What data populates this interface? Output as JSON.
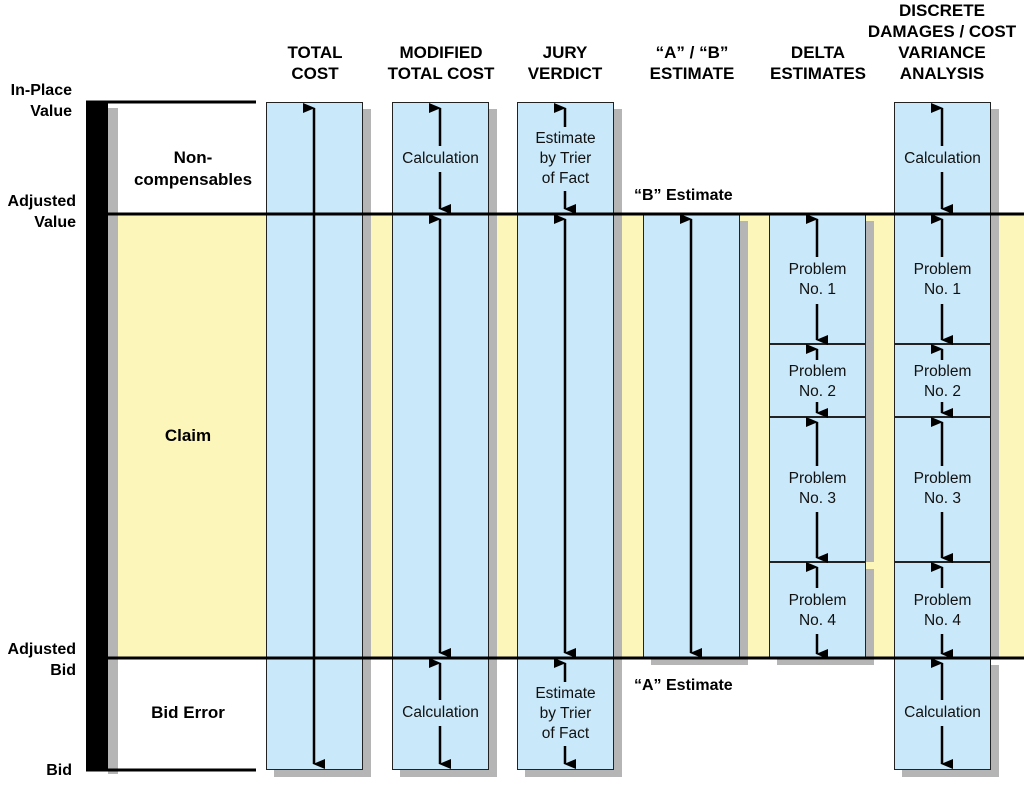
{
  "headers": {
    "total_cost": "TOTAL\nCOST",
    "modified_total_cost": "MODIFIED\nTOTAL COST",
    "jury_verdict": "JURY\nVERDICT",
    "a_b_estimate": "“A” / “B”\nESTIMATE",
    "delta_estimates": "DELTA\nESTIMATES",
    "discrete_damages": "DISCRETE\nDAMAGES / COST\nVARIANCE\nANALYSIS"
  },
  "levels": {
    "in_place_value": "In-Place\nValue",
    "adjusted_value": "Adjusted\nValue",
    "adjusted_bid": "Adjusted\nBid",
    "bid": "Bid"
  },
  "bands": {
    "noncompensables": "Non-\ncompensables",
    "claim": "Claim",
    "bid_error": "Bid Error"
  },
  "cells": {
    "modified_top": "Calculation",
    "modified_bottom": "Calculation",
    "jury_top": "Estimate\nby Trier\nof Fact",
    "jury_bottom": "Estimate\nby Trier\nof Fact",
    "delta_p1": "Problem\nNo. 1",
    "delta_p2": "Problem\nNo. 2",
    "delta_p3": "Problem\nNo. 3",
    "delta_p4": "Problem\nNo. 4",
    "discrete_top": "Calculation",
    "discrete_p1": "Problem\nNo. 1",
    "discrete_p2": "Problem\nNo. 2",
    "discrete_p3": "Problem\nNo. 3",
    "discrete_p4": "Problem\nNo. 4",
    "discrete_bottom": "Calculation"
  },
  "estimates": {
    "b_estimate": "“B” Estimate",
    "a_estimate": "“A” Estimate"
  },
  "colors": {
    "claim_band": "#fdf6bb",
    "box_fill": "#c9e8f9",
    "shadow": "#b5b5b5"
  }
}
